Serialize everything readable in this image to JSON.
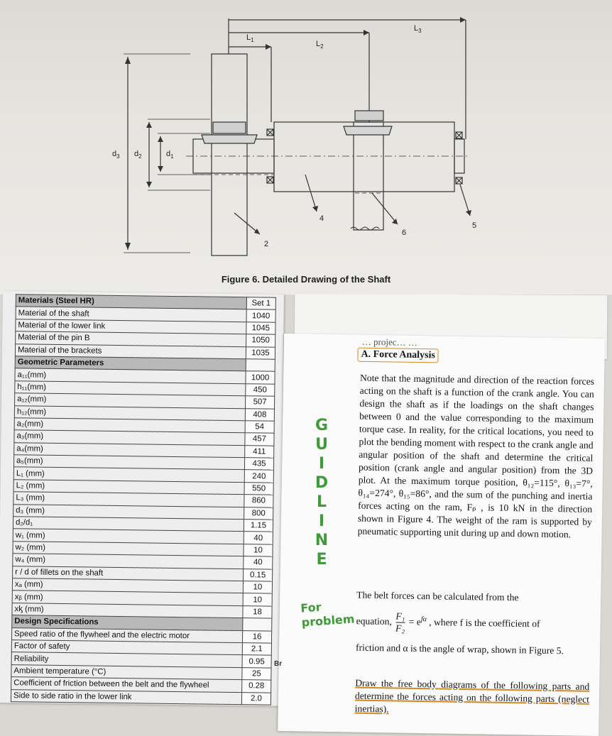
{
  "figure": {
    "caption": "Figure 6. Detailed Drawing of the Shaft",
    "dimensions": {
      "L1": "L",
      "L1_sub": "1",
      "L2": "L",
      "L2_sub": "2",
      "L3": "L",
      "L3_sub": "3",
      "d3": "d",
      "d3_sub": "3",
      "d2": "d",
      "d2_sub": "2",
      "d1": "d",
      "d1_sub": "1"
    },
    "callouts": [
      "2",
      "4",
      "5",
      "6"
    ]
  },
  "table": {
    "rows": [
      {
        "label": "Materials (Steel HR)",
        "value": "Set 1",
        "header": true
      },
      {
        "label": "Material of the shaft",
        "value": "1040"
      },
      {
        "label": "Material of the lower link",
        "value": "1045"
      },
      {
        "label": "Material of the pin B",
        "value": "1050"
      },
      {
        "label": "Material of the brackets",
        "value": "1035"
      },
      {
        "label": "Geometric Parameters",
        "value": "",
        "header": true
      },
      {
        "label": "a₁₁(mm)",
        "value": "1000"
      },
      {
        "label": "h₁₁(mm)",
        "value": "450"
      },
      {
        "label": "a₁₂(mm)",
        "value": "507"
      },
      {
        "label": "h₁₂(mm)",
        "value": "408"
      },
      {
        "label": "a₂(mm)",
        "value": "54"
      },
      {
        "label": "a₃(mm)",
        "value": "457"
      },
      {
        "label": "a₄(mm)",
        "value": "411"
      },
      {
        "label": "a₅(mm)",
        "value": "435"
      },
      {
        "label": "L₁ (mm)",
        "value": "240"
      },
      {
        "label": "L₂ (mm)",
        "value": "550"
      },
      {
        "label": "L₃ (mm)",
        "value": "860"
      },
      {
        "label": "d₃ (mm)",
        "value": "800"
      },
      {
        "label": "d₂/d₁",
        "value": "1.15"
      },
      {
        "label": "w₁ (mm)",
        "value": "40"
      },
      {
        "label": "w₂ (mm)",
        "value": "10"
      },
      {
        "label": "w₄ (mm)",
        "value": "40"
      },
      {
        "label": "r / d of fillets on the shaft",
        "value": "0.15"
      },
      {
        "label": "xₐ (mm)",
        "value": "10"
      },
      {
        "label": "xᵦ (mm)",
        "value": "10"
      },
      {
        "label": "xᶄ (mm)",
        "value": "18"
      },
      {
        "label": "Design Specifications",
        "value": "",
        "header": true
      },
      {
        "label": "Speed ratio of the flywheel and the electric motor",
        "value": "16"
      },
      {
        "label": "Factor of safety",
        "value": "2.1"
      },
      {
        "label": "Reliability",
        "value": "0.95"
      },
      {
        "label": "Ambient temperature (°C)",
        "value": "25"
      },
      {
        "label": "Coefficient of friction between the belt and the flywheel",
        "value": "0.28"
      },
      {
        "label": "Side to side ratio in the lower link",
        "value": "2.0"
      }
    ]
  },
  "paper": {
    "cut_text": "… projec… …",
    "heading": "A. Force Analysis",
    "para1": "Note that the magnitude and direction of the reaction forces acting on the shaft is a function of the crank angle. You can design the shaft as if the loadings on the shaft changes between 0 and the value corresponding to the maximum torque case. In reality, for the critical locations, you need to plot the bending moment with respect to the crank angle and angular position of the shaft and determine the critical position (crank angle and angular position) from the 3D plot. At the maximum torque position, θ₁₂=115°, θ₁₃=7°, θ₁₄=274°, θ₁₅=86°, and the sum of the punching and inertia forces acting on the ram, Fₚ , is 10 kN in the direction shown in Figure 4. The weight of the ram is supported by pneumatic supporting unit during up and down motion.",
    "para2": "The belt forces can be calculated from the",
    "eq_prefix": "equation,",
    "eq_num": "F₁",
    "eq_den": "F₂",
    "eq_rhs": "= e",
    "eq_exp": "fα",
    "eq_suffix": ", where f is the coefficient of",
    "para3": "friction and α is the angle of wrap, shown in Figure 5.",
    "para4": "Draw the free body diagrams of the following parts and determine the forces acting on the following parts (neglect inertias)."
  },
  "handwriting": {
    "vertical_word": [
      "G",
      "U",
      "I",
      "D",
      "L",
      "I",
      "N",
      "E"
    ],
    "line1": "For",
    "line2": "problem"
  },
  "scrap_text": "Br"
}
